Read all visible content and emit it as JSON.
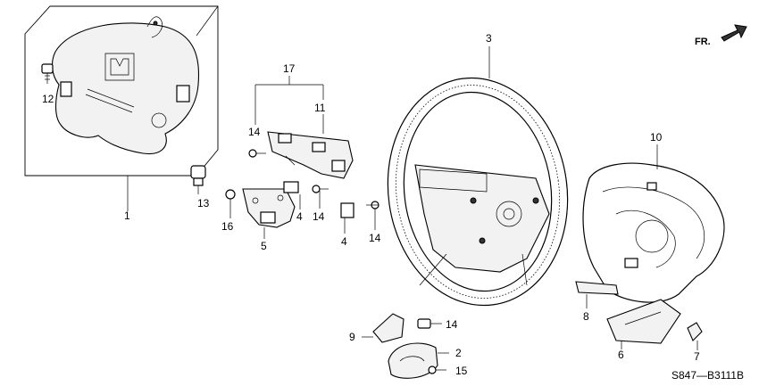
{
  "callouts": {
    "c1": "1",
    "c2": "2",
    "c3": "3",
    "c4a": "4",
    "c4b": "4",
    "c5": "5",
    "c6": "6",
    "c7": "7",
    "c8": "8",
    "c9": "9",
    "c10": "10",
    "c11": "11",
    "c12": "12",
    "c13": "13",
    "c14a": "14",
    "c14b": "14",
    "c14c": "14",
    "c14d": "14",
    "c15": "15",
    "c16": "16",
    "c17": "17"
  },
  "direction_label": "FR.",
  "diagram_code": "S847—B3111B"
}
